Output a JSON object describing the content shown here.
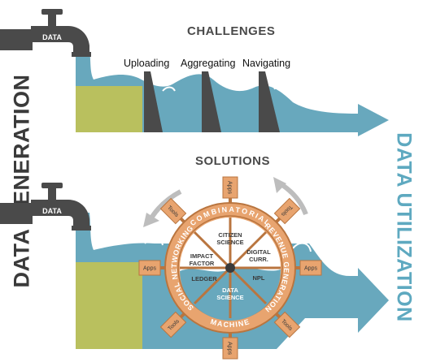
{
  "left_label": "DATA GENERATION",
  "right_label": "DATA UTILIZATION",
  "challenges": {
    "title": "CHALLENGES",
    "items": [
      "Uploading",
      "Aggregating",
      "Navigating"
    ]
  },
  "solutions": {
    "title": "SOLUTIONS"
  },
  "faucet_label": "DATA",
  "wheel": {
    "ring_top": "COMBINATORIAL",
    "ring_right": "REVENUE GENERATION",
    "ring_bottom": "MACHINE",
    "ring_left": "SOCIAL NETWORKING",
    "inner": {
      "citizen_1": "CITIZEN",
      "citizen_2": "SCIENCE",
      "digital_1": "DIGITAL",
      "digital_2": "CURR.",
      "npl": "NPL",
      "data_1": "DATA",
      "data_2": "SCIENCE",
      "ledger": "LEDGER",
      "impact_1": "IMPACT",
      "impact_2": "FACTOR"
    },
    "paddles": {
      "top": "Apps",
      "top_right": "Tools",
      "right": "Apps",
      "bottom_right": "Tools",
      "bottom": "Apps",
      "bottom_left": "Tools",
      "left": "Apps",
      "top_left": "Tools"
    }
  },
  "colors": {
    "water": "#68a8bd",
    "ground": "#b9c05e",
    "wheel": "#e8a46f",
    "wheel_dark": "#b9753f",
    "faucet": "#4a4a4a",
    "gate": "#4a4a4a",
    "arrow_gray": "#bdbdbd",
    "heading": "#4a4a4a",
    "side_right": "#5ea9c0"
  }
}
